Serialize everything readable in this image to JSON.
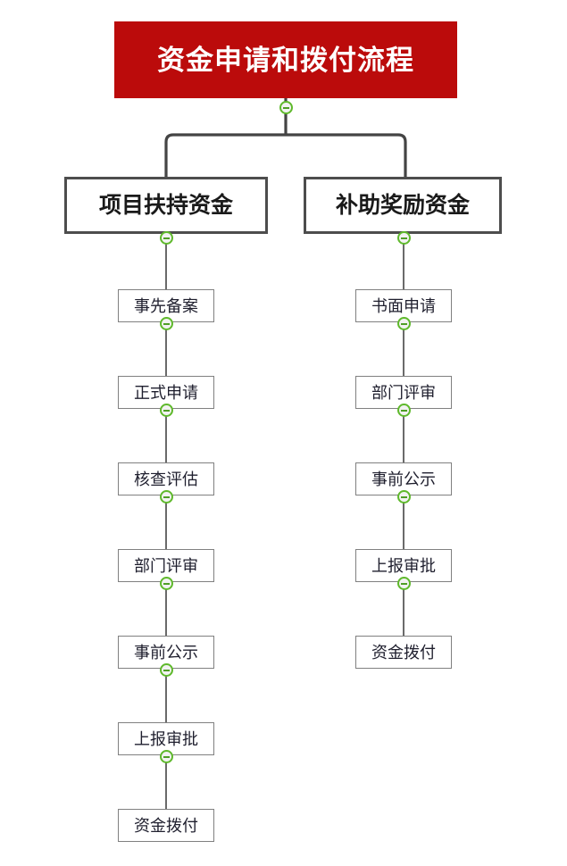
{
  "diagram": {
    "type": "flowchart-tree",
    "orientation": "top-down",
    "title": "资金申请和拨付流程",
    "colors": {
      "root_fill": "#bb0b0b",
      "root_text": "#ffffff",
      "branch_border": "#4d4d4d",
      "leaf_border": "#808080",
      "connector": "#444444",
      "collapse_ring": "#5fb92c",
      "collapse_fill": "#f2f2f2",
      "background": "#ffffff"
    },
    "root": {
      "label": "资金申请和拨付流程",
      "collapse_icon": "minus-circle-icon"
    },
    "branches": [
      {
        "id": "project-support-funds",
        "label": "项目扶持资金",
        "collapse_icon": "minus-circle-icon",
        "steps": [
          {
            "label": "事先备案"
          },
          {
            "label": "正式申请"
          },
          {
            "label": "核查评估"
          },
          {
            "label": "部门评审"
          },
          {
            "label": "事前公示"
          },
          {
            "label": "上报审批"
          },
          {
            "label": "资金拨付"
          }
        ]
      },
      {
        "id": "subsidy-award-funds",
        "label": "补助奖励资金",
        "collapse_icon": "minus-circle-icon",
        "steps": [
          {
            "label": "书面申请"
          },
          {
            "label": "部门评审"
          },
          {
            "label": "事前公示"
          },
          {
            "label": "上报审批"
          },
          {
            "label": "资金拨付"
          }
        ]
      }
    ]
  }
}
